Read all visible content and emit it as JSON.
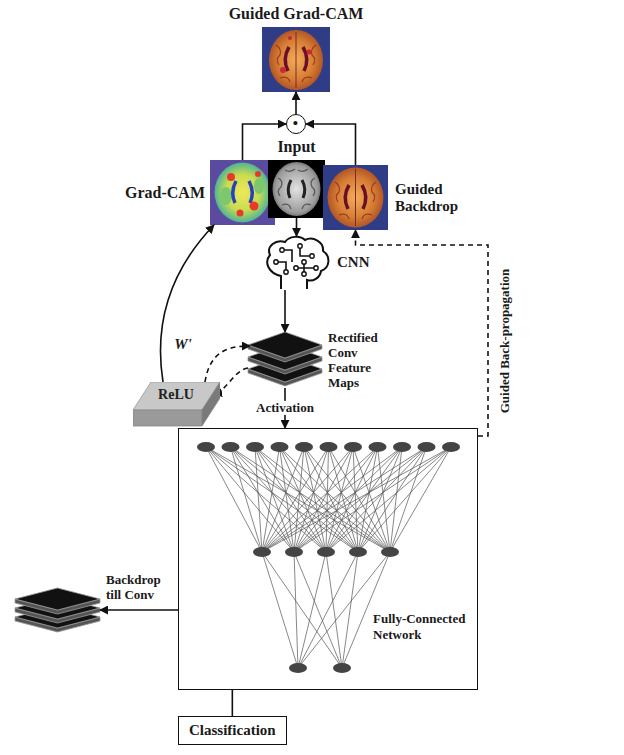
{
  "diagram": {
    "nodes": [
      {
        "text": [
          "Guided Grad-CAM"
        ]
      },
      {
        "text": [
          "•"
        ]
      },
      {
        "text": [
          "Grad-CAM"
        ]
      },
      {
        "text": [
          "Input"
        ]
      },
      {
        "text": [
          "Guided Backdrop"
        ]
      },
      {
        "text": [
          "CNN"
        ]
      },
      {
        "text": [
          "ReLU"
        ]
      },
      {
        "text": [
          "Rectified Conv Feature Maps"
        ]
      },
      {
        "text": [
          "Fully-Connected Network"
        ]
      },
      {
        "text": [
          "Backdrop till Conv"
        ]
      },
      {
        "text": [
          "Classification"
        ]
      }
    ],
    "edges": [
      {
        "from": 3,
        "to": 5,
        "arrow": "to"
      },
      {
        "from": 5,
        "to": 7,
        "arrow": "to"
      },
      {
        "from": 7,
        "to": 8,
        "label": "Activation",
        "arrow": "to"
      },
      {
        "from": 8,
        "to": 10,
        "arrow": "none"
      },
      {
        "from": 8,
        "to": 9,
        "arrow": "to"
      },
      {
        "from": 8,
        "to": 4,
        "label": "Guided Back-propagation",
        "arrow": "to"
      },
      {
        "from": 6,
        "to": 2,
        "arrow": "to"
      },
      {
        "from": 6,
        "to": 7,
        "label": "W'",
        "arrow": "to"
      },
      {
        "from": 7,
        "to": 6,
        "arrow": "to"
      },
      {
        "from": 2,
        "to": 1,
        "arrow": "to"
      },
      {
        "from": 4,
        "to": 1,
        "arrow": "to"
      },
      {
        "from": 1,
        "to": 0,
        "arrow": "to"
      }
    ]
  }
}
